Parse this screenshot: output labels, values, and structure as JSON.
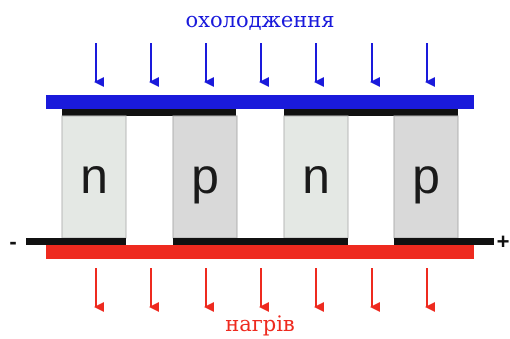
{
  "top_caption": "охолодження",
  "bottom_caption": "нагрів",
  "terminals": {
    "left": "-",
    "right": "+"
  },
  "elements": [
    "n",
    "p",
    "n",
    "p"
  ],
  "colors": {
    "cold": "#1a1adb",
    "hot": "#ee2a1f",
    "contact": "#111111",
    "n_fill": "#e4e8e4",
    "p_fill": "#d9d9d9",
    "text": "#1a1a1a"
  }
}
